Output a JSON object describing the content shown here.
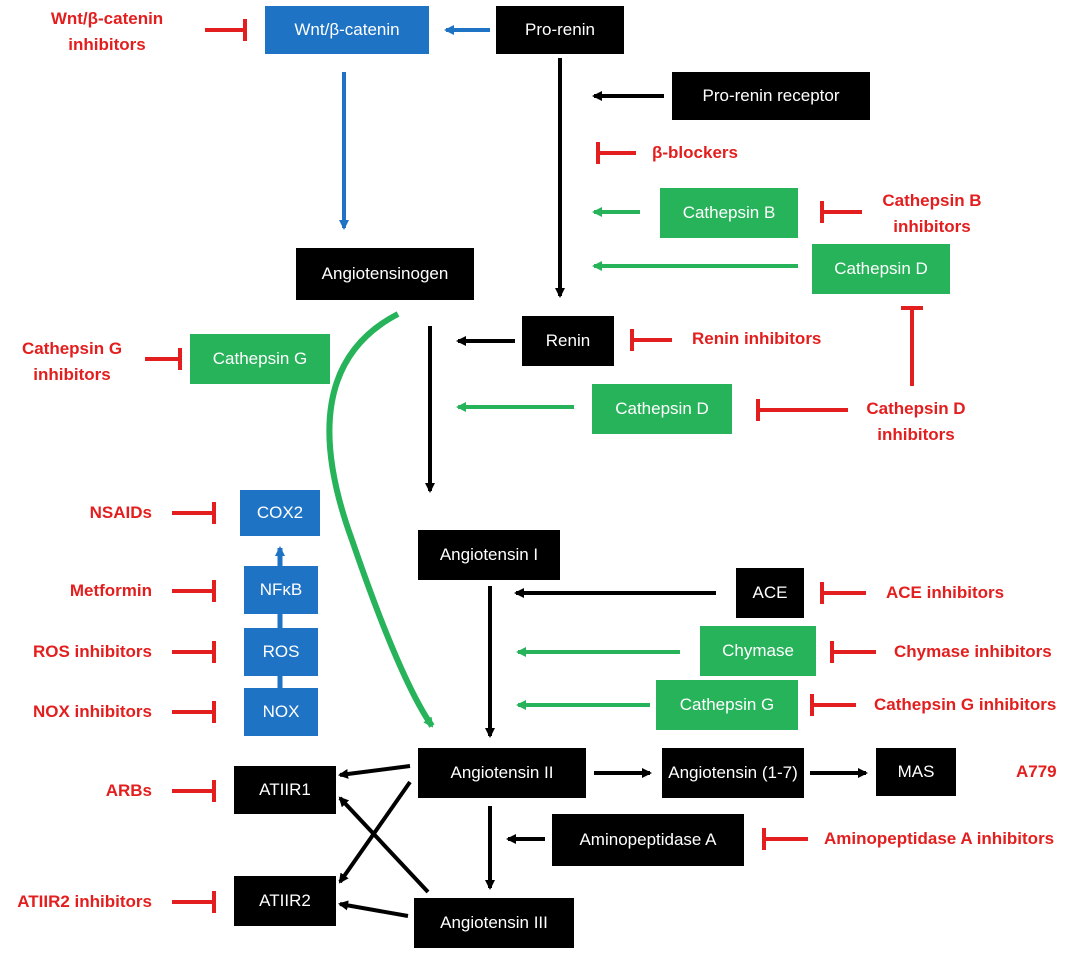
{
  "nodes": {
    "wnt": "Wnt/β-catenin",
    "prorenin": "Pro-renin",
    "prorenin_receptor": "Pro-renin receptor",
    "cathepsin_b": "Cathepsin B",
    "cathepsin_d_top": "Cathepsin D",
    "angiotensinogen": "Angiotensinogen",
    "renin": "Renin",
    "cathepsin_g_left": "Cathepsin G",
    "cathepsin_d_mid": "Cathepsin D",
    "cox2": "COX2",
    "nfkb": "NFκB",
    "ros": "ROS",
    "nox": "NOX",
    "angiotensin_i": "Angiotensin I",
    "ace": "ACE",
    "chymase": "Chymase",
    "cathepsin_g_right": "Cathepsin G",
    "atiir1": "ATIIR1",
    "atiir2": "ATIIR2",
    "angiotensin_ii": "Angiotensin II",
    "angiotensin_17": "Angiotensin (1-7)",
    "mas": "MAS",
    "aminopeptidase_a": "Aminopeptidase A",
    "angiotensin_iii": "Angiotensin III"
  },
  "inhibitors": {
    "wnt": [
      "Wnt/β-catenin",
      "inhibitors"
    ],
    "beta_blockers": "β-blockers",
    "cathepsin_b": [
      "Cathepsin B",
      "inhibitors"
    ],
    "renin": "Renin inhibitors",
    "cathepsin_g_left": [
      "Cathepsin G",
      "inhibitors"
    ],
    "cathepsin_d": [
      "Cathepsin D",
      "inhibitors"
    ],
    "nsaids": "NSAIDs",
    "metformin": "Metformin",
    "ros": "ROS inhibitors",
    "nox": "NOX inhibitors",
    "ace": "ACE inhibitors",
    "chymase": "Chymase inhibitors",
    "cathepsin_g_right": "Cathepsin G inhibitors",
    "arbs": "ARBs",
    "a779": "A779",
    "aminopeptidase_a": "Aminopeptidase A inhibitors",
    "atiir2": "ATIIR2 inhibitors"
  },
  "colors": {
    "black": "#000000",
    "blue": "#1f73c5",
    "green": "#27b35a",
    "red": "#e31e1e"
  }
}
